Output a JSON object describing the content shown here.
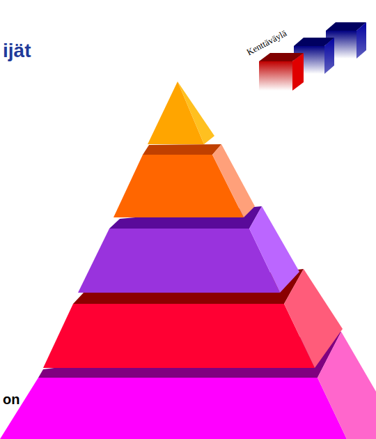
{
  "diagram": {
    "title": "ijät",
    "labels": [
      "Kenttäväylä",
      "on"
    ]
  }
}
